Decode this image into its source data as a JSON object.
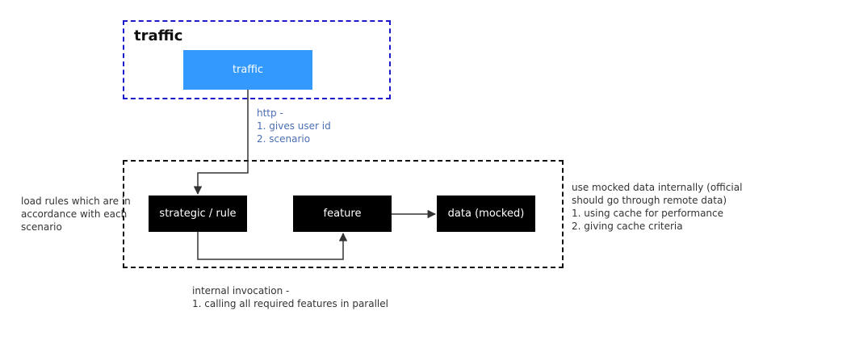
{
  "groups": {
    "traffic": {
      "title": "traffic"
    }
  },
  "nodes": {
    "traffic": "traffic",
    "strategic": "strategic / rule",
    "feature": "feature",
    "data": "data (mocked)"
  },
  "notes": {
    "http": "http -\n1. gives user id\n2. scenario",
    "load_rules": "load rules which are in\naccordance with each\nscenario",
    "mocked": "use mocked data internally (official\nshould go through remote data)\n1. using cache for performance\n2. giving cache criteria",
    "invocation": "internal invocation -\n1. calling all required features in parallel"
  },
  "colors": {
    "traffic_group_border": "#1a1acc",
    "core_group_border": "#111111",
    "traffic_node": "#3399ff",
    "dark_node": "#000000",
    "http_note": "#4a6fb5"
  }
}
